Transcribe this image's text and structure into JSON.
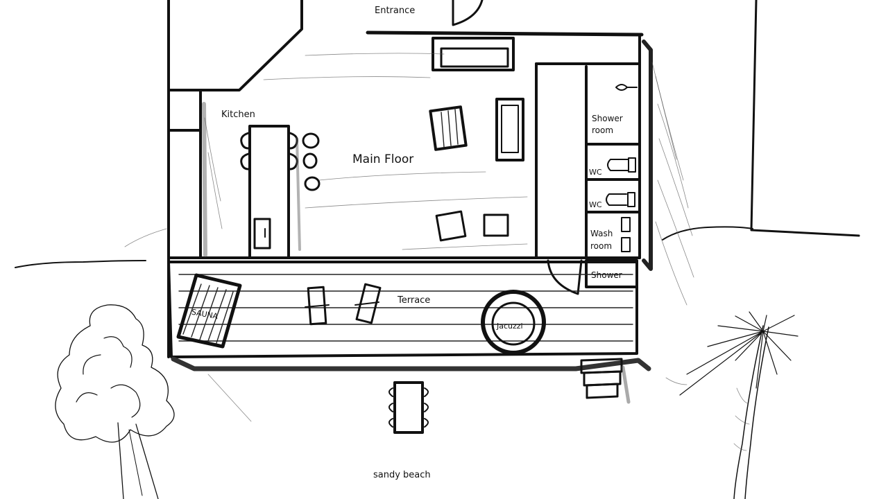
{
  "labels": {
    "entrance": "Entrance",
    "kitchen": "Kitchen",
    "main_floor": "Main Floor",
    "shower_room_1": "Shower",
    "shower_room_2": "room",
    "wc_1": "WC",
    "wc_2": "WC",
    "wash_room_1": "Wash",
    "wash_room_2": "room",
    "shower": "Shower",
    "terrace": "Terrace",
    "sauna": "SAUNA",
    "jacuzzi": "Jacuzzi",
    "sandy_beach": "sandy beach"
  }
}
